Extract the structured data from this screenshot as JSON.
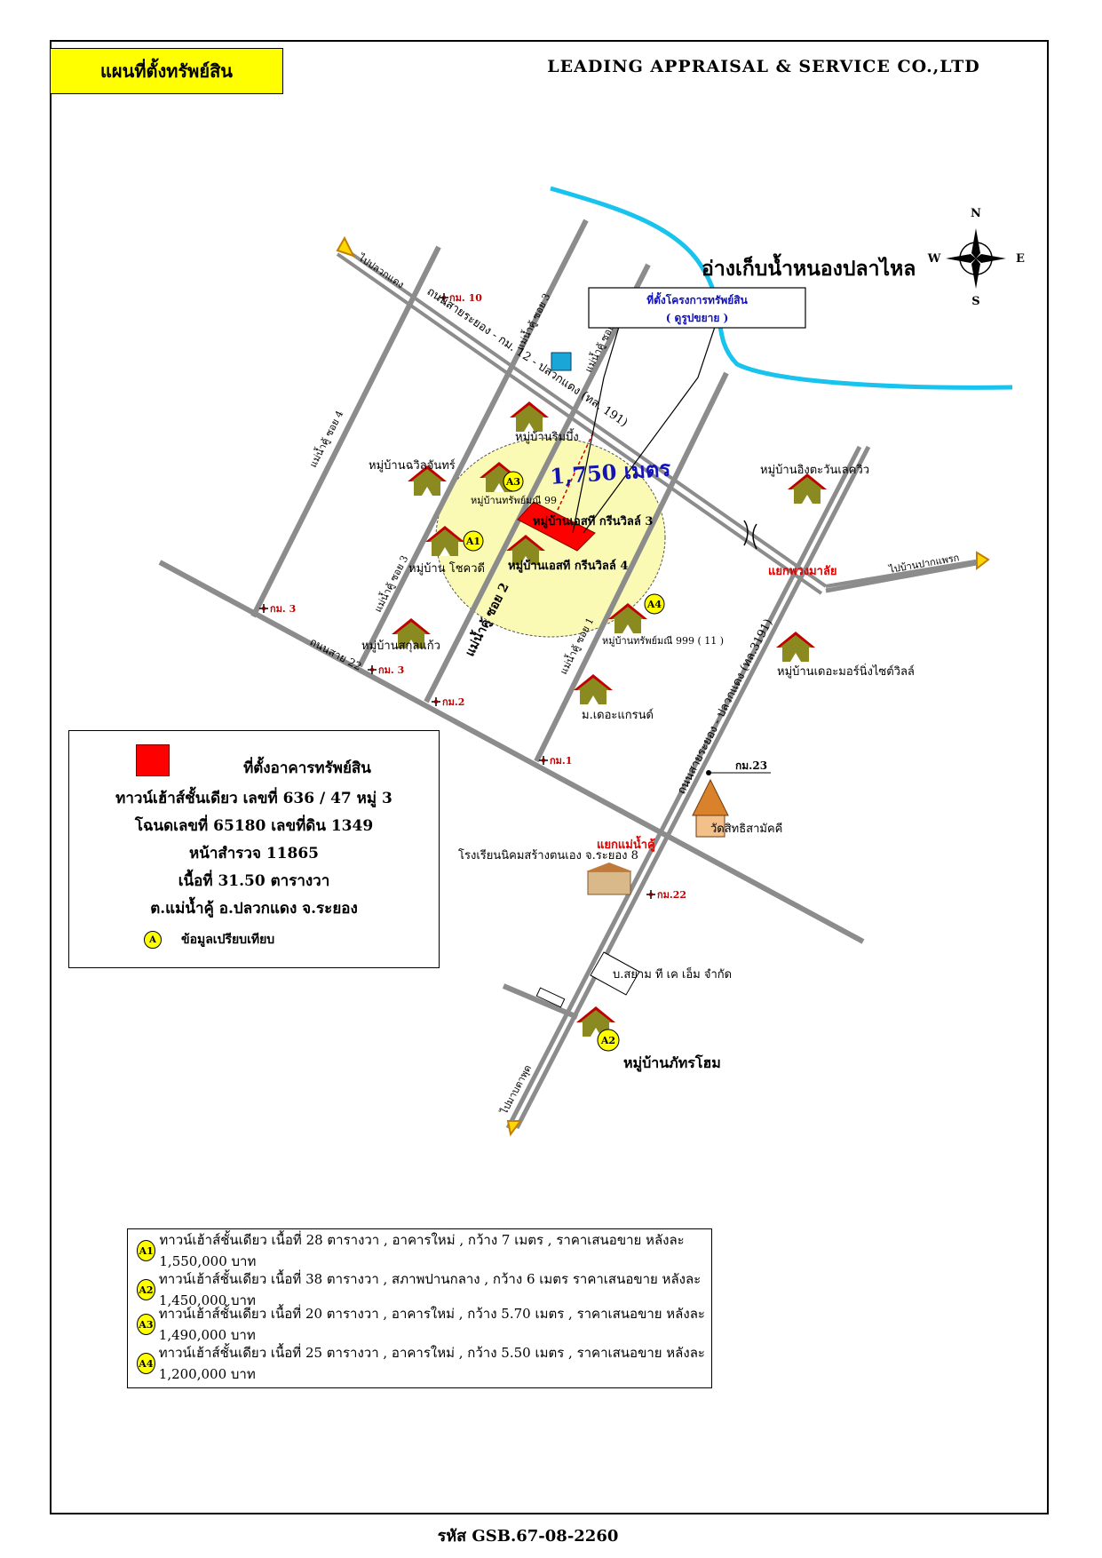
{
  "header": {
    "title": "แผนที่ตั้งทรัพย์สิน",
    "company": "LEADING  APPRAISAL  &  SERVICE CO.,LTD"
  },
  "compass": {
    "n": "N",
    "s": "S",
    "e": "E",
    "w": "W"
  },
  "reservoir": "อ่างเก็บน้ำหนองปลาไหล",
  "site_callout": {
    "line1": "ที่ตั้งโครงการทรัพย์สิน",
    "line2": "( ดูรูปขยาย )"
  },
  "distance": "1,750 เมตร",
  "roads": {
    "main_road": "ถนนสายระยอง - กม. 12 - ปลวกแดง (ทล. 191)",
    "to_pluak_daeng": "ไปปลวกแดง",
    "road22": "ถนนสาย 22",
    "road3191": "ถนนสายระยอง - ปลวกแดง (ทล.3191)",
    "to_ban_plak_phraek": "ไปบ้านปากแพรก",
    "to_map_ta_phut": "ไปมาบตาพุด",
    "soi4": "แม่น้ำคู้ ซอย 4",
    "soi3a": "แม่น้ำคู้ ซอย 3",
    "soi3b": "แม่น้ำคู้ ซอย 3",
    "soi2": "แม่น้ำคู้ ซอย 2",
    "soi1a": "แม่น้ำคู้ ซอย 1",
    "soi1b": "แม่น้ำคู้ ซอย 1"
  },
  "km_markers": {
    "km10": "กม. 10",
    "km3a": "กม. 3",
    "km3b": "กม. 3",
    "km2": "กม.2",
    "km1": "กม.1",
    "km23": "กม.23",
    "km22": "กม.22"
  },
  "places": {
    "rimbueng": "หมู่บ้านริมบึ้ง",
    "chawilachan": "หมู่บ้านฉวิลจันทร์",
    "sapmani99": "หมู่บ้านทรัพย์มณี 99",
    "sth3": "หมู่บ้านเอสที กรีนวิลล์ 3",
    "chokkhadee": "หมู่บ้าน โชควดี",
    "sth4": "หมู่บ้านเอสที กรีนวิลล์ 4",
    "sakunkaew": "หมู่บ้านสกุลแก้ว",
    "sapmani999": "หมู่บ้านทรัพย์มณี 999 ( 11 )",
    "grand": "ม.เดอะแกรนด์",
    "ingtawan": "หมู่บ้านอิงตะวันเลควิว",
    "theomorning": "หมู่บ้านเดอะมอร์นิ่งไซต์วิลล์",
    "wat": "วัดสิทธิสามัคคี",
    "school": "โรงเรียนนิคมสร้างตนเอง จ.ระยอง 8",
    "siam": "บ.สยาม ที เค เอ็ม จำกัด",
    "phattharahome": "หมู่บ้านภัทรโฮม"
  },
  "junctions": {
    "phuangmalai": "แยกพวงมาลัย",
    "maenamkhu": "แยกแม่น้ำคู้"
  },
  "badges": {
    "a1": "A1",
    "a2": "A2",
    "a3": "A3",
    "a4": "A4",
    "a": "A"
  },
  "legend": {
    "l1": "ที่ตั้งอาคารทรัพย์สิน",
    "l2": "ทาวน์เฮ้าส์ชั้นเดียว เลขที่ 636 / 47 หมู่ 3",
    "l3": "โฉนดเลขที่ 65180 เลขที่ดิน 1349",
    "l4": "หน้าสำรวจ  11865",
    "l5": "เนื้อที่ 31.50  ตารางวา",
    "l6": "ต.แม่น้ำคู้   อ.ปลวกแดง   จ.ระยอง",
    "l7": "ข้อมูลเปรียบเทียบ"
  },
  "comparables": [
    {
      "badge": "A1",
      "text": "ทาวน์เฮ้าส์ชั้นเดียว  เนื้อที่ 28 ตารางวา , อาคารใหม่ , กว้าง 7 เมตร  , ราคาเสนอขาย หลังละ 1,550,000 บาท"
    },
    {
      "badge": "A2",
      "text": "ทาวน์เฮ้าส์ชั้นเดียว  เนื้อที่ 38 ตารางวา , สภาพปานกลาง , กว้าง 6 เมตร ราคาเสนอขาย หลังละ 1,450,000 บาท"
    },
    {
      "badge": "A3",
      "text": "ทาวน์เฮ้าส์ชั้นเดียว  เนื้อที่ 20 ตารางวา , อาคารใหม่  , กว้าง 5.70  เมตร , ราคาเสนอขาย หลังละ 1,490,000 บาท"
    },
    {
      "badge": "A4",
      "text": "ทาวน์เฮ้าส์ชั้นเดียว  เนื้อที่ 25 ตารางวา , อาคารใหม่ , กว้าง 5.50 เมตร  , ราคาเสนอขาย หลังละ 1,200,000 บาท"
    }
  ],
  "footer_code": "รหัส GSB.67-08-2260",
  "colors": {
    "river": "#18c3ee",
    "road": "#8c8c8c",
    "site": "#ff0000",
    "circle": "#fafab4",
    "badge": "#ffff00",
    "km": "#c00000",
    "house": "#7a7a1a",
    "roof": "#c00000",
    "callout_text": "#1010c0",
    "distance": "#1414b4"
  }
}
